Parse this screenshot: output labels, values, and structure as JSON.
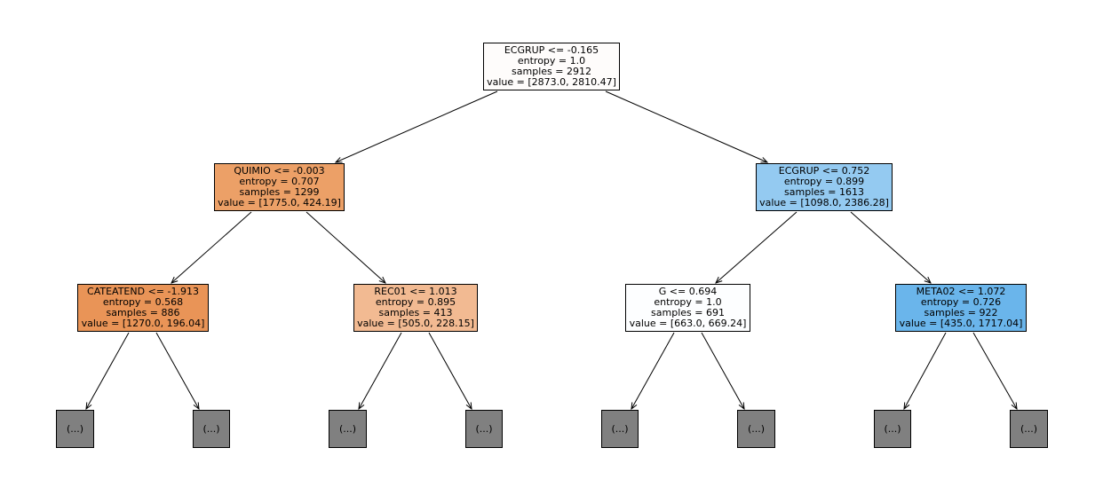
{
  "nodes": [
    {
      "id": "root",
      "lines": [
        "ECGRUP <= -0.165",
        "entropy = 1.0",
        "samples = 2912",
        "value = [2873.0, 2810.47]"
      ],
      "fill": "#fefcfb"
    },
    {
      "id": "n1",
      "lines": [
        "QUIMIO <= -0.003",
        "entropy = 0.707",
        "samples = 1299",
        "value = [1775.0, 424.19]"
      ],
      "fill": "#eca067"
    },
    {
      "id": "n2",
      "lines": [
        "ECGRUP <= 0.752",
        "entropy = 0.899",
        "samples = 1613",
        "value = [1098.0, 2386.28]"
      ],
      "fill": "#94caf1"
    },
    {
      "id": "n3",
      "lines": [
        "CATEATEND <= -1.913",
        "entropy = 0.568",
        "samples = 886",
        "value = [1270.0, 196.04]"
      ],
      "fill": "#e99457"
    },
    {
      "id": "n4",
      "lines": [
        "REC01 <= 1.013",
        "entropy = 0.895",
        "samples = 413",
        "value = [505.0, 228.15]"
      ],
      "fill": "#f2ba92"
    },
    {
      "id": "n5",
      "lines": [
        "G <= 0.694",
        "entropy = 1.0",
        "samples = 691",
        "value = [663.0, 669.24]"
      ],
      "fill": "#fdfeff"
    },
    {
      "id": "n6",
      "lines": [
        "META02 <= 1.072",
        "entropy = 0.726",
        "samples = 922",
        "value = [435.0, 1717.04]"
      ],
      "fill": "#6ab5eb"
    }
  ],
  "leaf_label": "(...)"
}
